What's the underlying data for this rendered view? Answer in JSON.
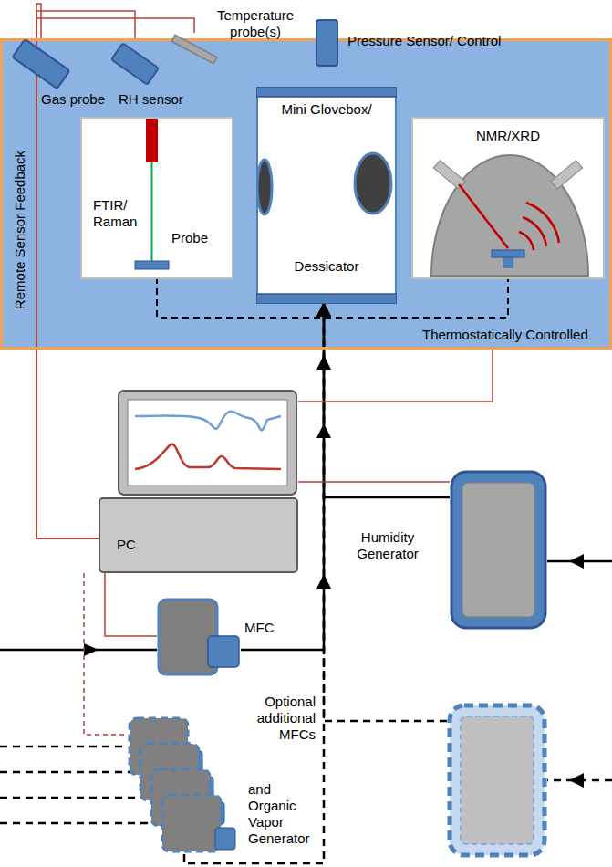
{
  "diagram": {
    "nodes": [
      {
        "text": [
          "Thermostatically Controlled"
        ]
      },
      {
        "text": [
          "FTIR/ Raman",
          "Probe"
        ],
        "in": 0
      },
      {
        "text": [
          "Mini Glovebox/",
          "Dessicator"
        ],
        "in": 0
      },
      {
        "text": [
          "NMR/XRD"
        ],
        "in": 0
      },
      {
        "text": [
          "Pressure Sensor/ Control"
        ]
      },
      {
        "text": [
          "Gas probe"
        ]
      },
      {
        "text": [
          "RH sensor"
        ]
      },
      {
        "text": [
          "Temperature probe(s)"
        ]
      },
      {
        "text": [
          "PC"
        ]
      },
      {
        "text": [
          "Humidity Generator"
        ]
      },
      {
        "text": [
          "MFC"
        ]
      },
      {
        "text": [
          "Optional additional MFCs"
        ]
      },
      {
        "text": [
          "and Organic Vapor Generator"
        ]
      }
    ],
    "edges": [
      {
        "from": 1,
        "to": 3,
        "arrow": "none"
      },
      {
        "from": 10,
        "to": 2,
        "arrow": "to"
      },
      {
        "from": 9,
        "to": 2,
        "arrow": "to"
      },
      {
        "from": 11,
        "to": 2,
        "arrow": "to"
      },
      {
        "from": 12,
        "to": 2,
        "arrow": "to"
      },
      {
        "from": 8,
        "to": 5,
        "arrow": "none"
      },
      {
        "from": 8,
        "to": 6,
        "arrow": "none"
      },
      {
        "from": 8,
        "to": 7,
        "arrow": "none"
      },
      {
        "from": 8,
        "to": 0,
        "arrow": "none"
      },
      {
        "from": 8,
        "to": 9,
        "arrow": "none"
      },
      {
        "from": 8,
        "to": 10,
        "arrow": "none"
      },
      {
        "from": 8,
        "to": 11,
        "arrow": "none"
      }
    ],
    "labels": [
      "Remote Sensor Feedback"
    ]
  }
}
